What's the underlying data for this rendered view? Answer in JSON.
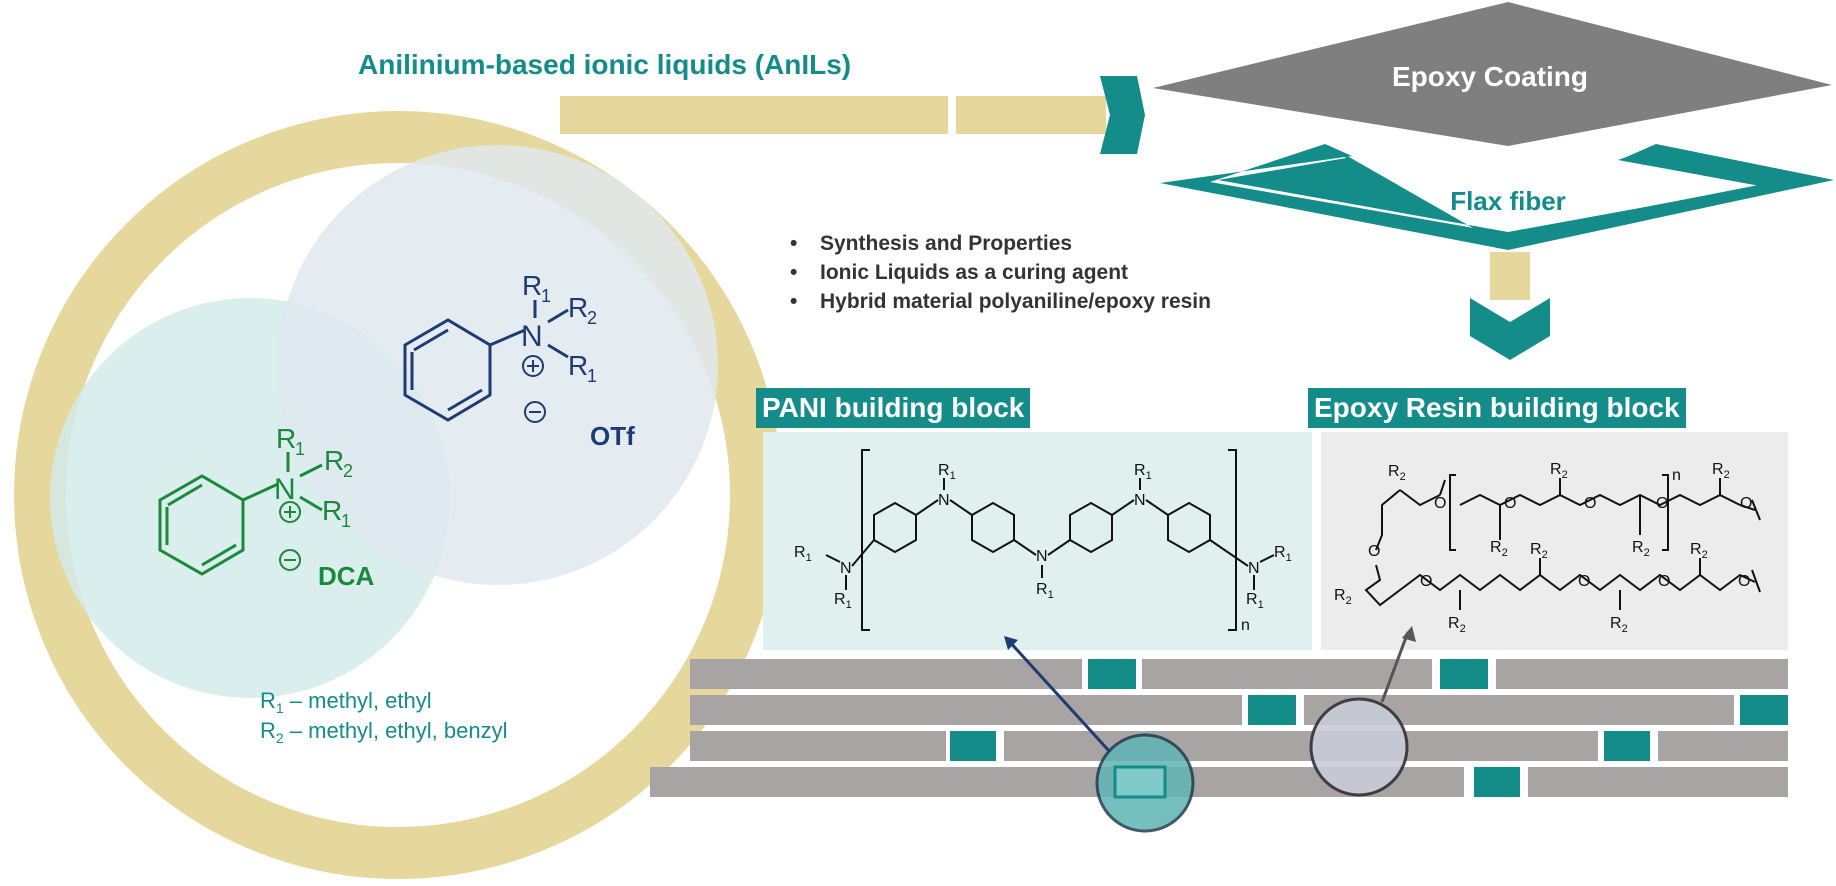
{
  "title": "Anilinium-based ionic liquids (AnILs)",
  "epoxy_coating": "Epoxy Coating",
  "flax_fiber": "Flax fiber",
  "bullets": [
    "Synthesis and Properties",
    "Ionic Liquids as a curing agent",
    "Hybrid material polyaniline/epoxy resin"
  ],
  "pani_label": "PANI building block",
  "epoxy_label": "Epoxy Resin building block",
  "otf_molecule": {
    "r1_top": "R",
    "sub1": "1",
    "r2": "R",
    "sub2": "2",
    "n": "N",
    "r1_bot": "R",
    "sub3": "1",
    "anion": "OTf"
  },
  "dca_molecule": {
    "r1_top": "R",
    "sub1": "1",
    "r2": "R",
    "sub2": "2",
    "n": "N",
    "r1_bot": "R",
    "sub3": "1",
    "anion": "DCA"
  },
  "legend": {
    "r1": "R",
    "r1_sub": "1",
    "r1_text": " – methyl, ethyl",
    "r2": "R",
    "r2_sub": "2",
    "r2_text": " – methyl, ethyl, benzyl"
  },
  "pani_structure": {
    "r1": "R",
    "sub": "1",
    "n_atom": "N",
    "repeat": "n"
  },
  "epoxy_structure": {
    "r2": "R",
    "sub": "2",
    "o_atom": "O",
    "repeat": "n"
  },
  "colors": {
    "teal": "#138c8a",
    "gold": "#e6d79c",
    "gray_diamond": "#7f7f7f",
    "navy": "#1f3b73",
    "green": "#1a8a3a",
    "light_blue_circle": "#dfe9f0",
    "light_teal_circle": "#d2ebea",
    "pani_bg": "#dff0ef",
    "epoxy_bg": "#ececec",
    "fiber_gray": "#a8a4a4"
  }
}
